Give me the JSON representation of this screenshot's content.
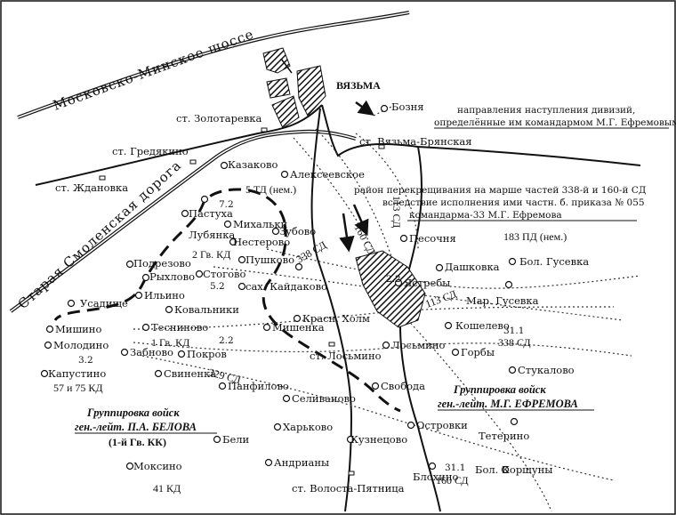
{
  "roads": {
    "minsk_highway": "Московско-Минское шоссе",
    "old_smolensk": "Старая Смоленская дорога"
  },
  "city": "ВЯЗЬМА",
  "stations": {
    "zolotarevka": "ст. Золотаревка",
    "gredyakino": "ст. Гредякино",
    "zhdanovka": "ст. Ждановка",
    "vyazma_bryanskaya": "ст. Вязьма-Брянская",
    "losmino": "ст. Лосьмино",
    "volosta": "ст. Волоста-Пятница"
  },
  "villages": {
    "boznya": "Бозня",
    "kazakovo": "Казаково",
    "alekseevskoe": "Алексеевское",
    "pastuya": "Пастуха",
    "mikhalki": "Михальки",
    "zubovo": "Зубово",
    "lubyanka": "Лубянка",
    "nesterovo": "Нестерово",
    "pesochnya": "Песочня",
    "podrezovo": "Подрезово",
    "rykhlovo": "Рыхлово",
    "stogovo": "Стогово",
    "pushkovo": "Пушково",
    "dashkovka": "Дашковка",
    "bol_gusevka": "Бол. Гусевка",
    "usadishche": "Усадище",
    "ilyino": "Ильино",
    "kaidakovo": "сах. Кайдаково",
    "yatrebi": "Ястребы",
    "mar_gusevka": "Мар. Гусевка",
    "kovalniki": "Ковальники",
    "krasn_kholm": "Красн. Холм",
    "koshelevo": "Кошелево",
    "mishino": "Мишино",
    "teskinovo": "Тесниново",
    "mishenka": "Мишенка",
    "losmino": "Лосьмино",
    "molodino": "Молодино",
    "zabnovo": "Забново",
    "pokrov": "Покров",
    "gorby": "Горбы",
    "stukalovo": "Стукалово",
    "kapustino": "Капустино",
    "svinenka": "Свиненка",
    "panfilovo": "Панфилово",
    "selivanovo": "Селиваново",
    "svoboda": "Свобода",
    "ostrovki": "Островки",
    "teterino": "Тетерино",
    "kharkovo": "Харьково",
    "beli": "Бели",
    "kuznetsovo": "Кузнецово",
    "andrianiy": "Андрианы",
    "bol_korshuny": "Бол. Коршуны",
    "moksino": "Моксино",
    "blokhino": "Блохино"
  },
  "units": {
    "td5": "5 ТД (нем.)",
    "gvkd2": "2 Гв. КД",
    "n52": "5.2",
    "n72": "7.2",
    "sd338": "338 СД",
    "sd160": "160 СД",
    "sd113": "113 СД",
    "sd113b": "113 СД",
    "n22": "2.2",
    "n22b": "2.2",
    "n32": "3.2",
    "kd57_75": "57 и 75 КД",
    "gvkd1": "1 Гв. КД",
    "sd329": "329 СД",
    "n311": "31.1",
    "sd338b": "338 СД",
    "pd183": "183 ПД (нем.)",
    "n311b": "31.1",
    "sd160b": "160 СД",
    "kd41": "41 КД"
  },
  "notes": {
    "directions_1": "направления наступления дивизий,",
    "directions_2": "определённые им командармом М.Г. Ефремовым",
    "crossing_1": "район перекрещивания на марше частей 338-й и 160-й СД",
    "crossing_2": "вследствие исполнения ими частн. б. приказа № 055",
    "crossing_3": "командарма-33 М.Г. Ефремова"
  },
  "groups": {
    "belov_1": "Группировка войск",
    "belov_2": "ген.-лейт. П.А. БЕЛОВА",
    "belov_3": "(1-й Гв. КК)",
    "efremov_1": "Группировка войск",
    "efremov_2": "ген.-лейт. М.Г. ЕФРЕМОВА"
  }
}
